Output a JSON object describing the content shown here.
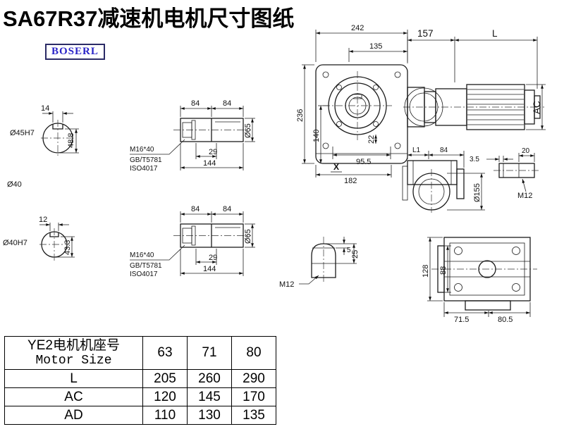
{
  "page": {
    "title": "SA67R37减速机电机尺寸图纸",
    "brand": "BOSERL",
    "brand_color": "#2a24c8",
    "line_color": "#1b1b1b"
  },
  "views": {
    "shaft_end_top": {
      "key_width": "14",
      "bore": "Ø45H7",
      "depth": "48.8",
      "outer": "Ø40"
    },
    "shaft_end_bottom": {
      "key_width": "12",
      "bore": "Ø40H7",
      "depth": "43.3"
    },
    "shaft_side_top": {
      "len_a": "84",
      "len_b": "84",
      "bolt": "M16*40",
      "std_1": "GB/T5781",
      "std_2": "ISO4017",
      "len_c": "29",
      "len_total": "144",
      "dia": "Ø65"
    },
    "shaft_side_bottom": {
      "len_a": "84",
      "len_b": "84",
      "bolt": "M16*40",
      "std_1": "GB/T5781",
      "std_2": "ISO4017",
      "len_c": "29",
      "len_total": "144",
      "dia": "Ø65"
    },
    "front": {
      "width": "242",
      "flange_offset": "135",
      "height": "236",
      "center_height": "140",
      "step": "22",
      "foot_offset": "95.5",
      "foot_width": "182",
      "datum": "X"
    },
    "motor": {
      "adapter_len": "157",
      "motor_len": "L",
      "motor_dia": "AC"
    },
    "side": {
      "len_l1": "L1",
      "len_84": "84",
      "slot": "3.5",
      "tab": "20",
      "flange_dia": "Ø155",
      "thread": "M12"
    },
    "tip": {
      "depth_5": "5",
      "depth_25": "25",
      "thread": "M12"
    },
    "top": {
      "width_128": "128",
      "width_88": "88",
      "hole_a": "71.5",
      "hole_b": "80.5"
    }
  },
  "table": {
    "header_cn": "YE2电机机座号",
    "header_en": "Motor Size",
    "frame_sizes": [
      "63",
      "71",
      "80"
    ],
    "rows": [
      {
        "label": "L",
        "values": [
          "205",
          "260",
          "290"
        ]
      },
      {
        "label": "AC",
        "values": [
          "120",
          "145",
          "170"
        ]
      },
      {
        "label": "AD",
        "values": [
          "110",
          "130",
          "135"
        ]
      }
    ]
  }
}
